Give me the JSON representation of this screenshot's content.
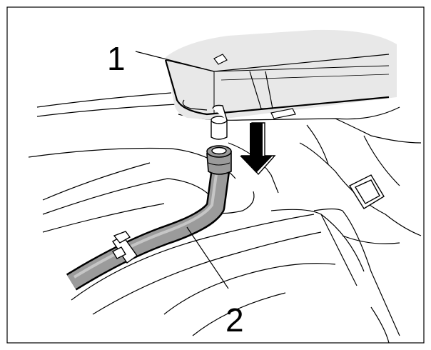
{
  "figure": {
    "callouts": [
      {
        "id": "1",
        "label": "1",
        "part": "reservoir"
      },
      {
        "id": "2",
        "label": "2",
        "part": "hose"
      }
    ],
    "arrow": {
      "direction": "down"
    },
    "colors": {
      "line": "#000000",
      "hose_fill": "#9b9b9b",
      "panel_fill": "#e8e8e8",
      "background": "#ffffff"
    }
  }
}
